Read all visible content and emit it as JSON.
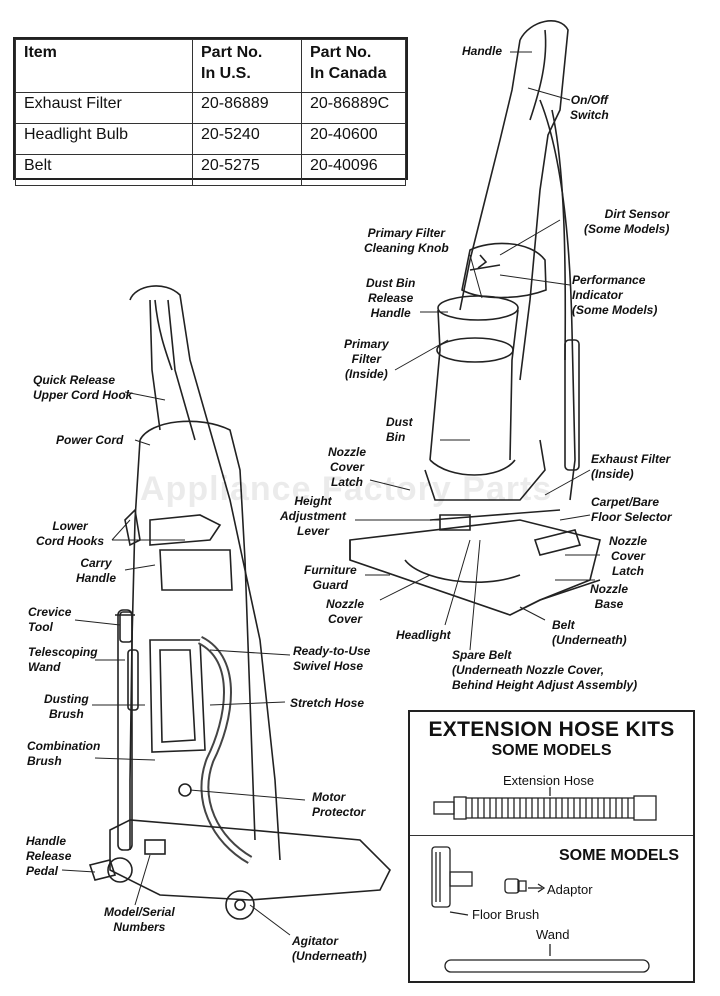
{
  "parts_table": {
    "headers": [
      "Item",
      "Part No.\nIn U.S.",
      "Part No.\nIn Canada"
    ],
    "rows": [
      [
        "Exhaust Filter",
        "20-86889",
        "20-86889C"
      ],
      [
        "Headlight Bulb",
        "20-5240",
        "20-40600"
      ],
      [
        "Belt",
        "20-5275",
        "20-40096"
      ]
    ]
  },
  "labels": {
    "handle": "Handle",
    "on_off_switch": "On/Off\nSwitch",
    "dirt_sensor": "Dirt Sensor\n(Some Models)",
    "primary_filter_knob": "Primary Filter\nCleaning Knob",
    "performance_indicator": "Performance\nIndicator\n(Some Models)",
    "dust_bin_release": "Dust Bin\nRelease\nHandle",
    "primary_filter": "Primary\nFilter\n(Inside)",
    "dust_bin": "Dust\nBin",
    "nozzle_cover_latch_left": "Nozzle\nCover\nLatch",
    "exhaust_filter": "Exhaust Filter\n(Inside)",
    "carpet_bare": "Carpet/Bare\nFloor Selector",
    "height_adjustment": "Height\nAdjustment\nLever",
    "nozzle_cover_latch_right": "Nozzle\nCover\nLatch",
    "furniture_guard": "Furniture\nGuard",
    "nozzle_base": "Nozzle\nBase",
    "nozzle_cover": "Nozzle\nCover",
    "belt_underneath": "Belt\n(Underneath)",
    "headlight": "Headlight",
    "spare_belt": "Spare Belt\n(Underneath Nozzle Cover,\nBehind Height Adjust Assembly)",
    "quick_release": "Quick Release\nUpper Cord Hook",
    "power_cord": "Power Cord",
    "lower_cord_hooks": "Lower\nCord Hooks",
    "carry_handle": "Carry\nHandle",
    "crevice_tool": "Crevice\nTool",
    "telescoping_wand": "Telescoping\nWand",
    "ready_to_use": "Ready-to-Use\nSwivel Hose",
    "dusting_brush": "Dusting\nBrush",
    "stretch_hose": "Stretch Hose",
    "combination_brush": "Combination\nBrush",
    "motor_protector": "Motor\nProtector",
    "handle_release": "Handle\nRelease\nPedal",
    "model_serial": "Model/Serial\nNumbers",
    "agitator": "Agitator\n(Underneath)"
  },
  "kits": {
    "title": "EXTENSION HOSE KITS",
    "subtitle": "SOME MODELS",
    "extension_hose": "Extension Hose",
    "section2": "SOME MODELS",
    "adaptor": "Adaptor",
    "floor_brush": "Floor Brush",
    "wand": "Wand"
  },
  "watermark": "Appliance Factory Parts"
}
